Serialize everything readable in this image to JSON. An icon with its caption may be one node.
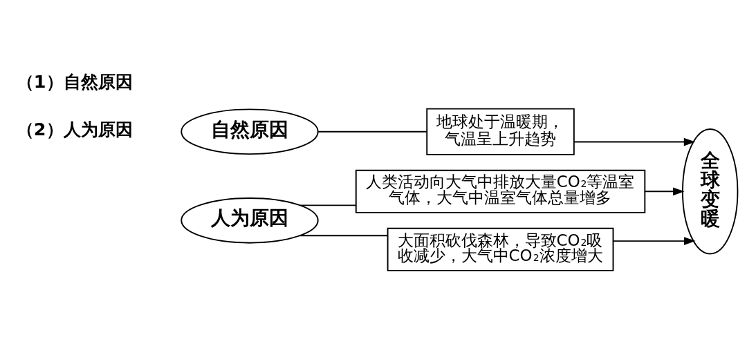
{
  "diagram": {
    "nodes": [
      {
        "text": [
          "自然原因"
        ]
      },
      {
        "text": [
          "地球处于温暖期，气温呈上升趋势"
        ]
      },
      {
        "text": [
          "人为原因"
        ]
      },
      {
        "text": [
          "人类活动向大气中排放大量CO$_{2}$等温室气体，大气中温室气体总量增多"
        ]
      },
      {
        "text": [
          "大面积砍伐森林，导致CO$_{2}$吸收减少，大气中CO$_{2}$浓度增大"
        ]
      },
      {
        "text": [
          "全球变暖"
        ]
      }
    ],
    "edges": [
      {
        "from": 0,
        "to": 1,
        "arrow": "none"
      },
      {
        "from": 2,
        "to": 3,
        "arrow": "none"
      },
      {
        "from": 2,
        "to": 4,
        "arrow": "none"
      },
      {
        "from": 1,
        "to": 5,
        "arrow": "to"
      },
      {
        "from": 3,
        "to": 5,
        "arrow": "to"
      },
      {
        "from": 4,
        "to": 5,
        "arrow": "to"
      }
    ],
    "labels": [
      "（1）自然原因",
      "（2）人为原因"
    ]
  }
}
